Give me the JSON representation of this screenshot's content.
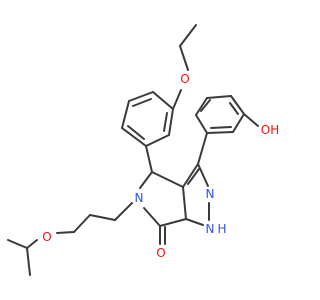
{
  "structure": {
    "type": "skeletal-formula",
    "atom_labels": {
      "ether_o_top": "O",
      "hydroxyl": "OH",
      "pyrazole_n": "N",
      "pyrazole_nh_n": "N",
      "pyrazole_nh_h": "H",
      "lactam_n": "N",
      "carbonyl_o": "O",
      "isopropyl_ether_o": "O"
    },
    "colors": {
      "bond": "#3a3a3a",
      "oxygen": "#ff0d0d",
      "nitrogen": "#3050f8",
      "background": "#ffffff"
    }
  }
}
